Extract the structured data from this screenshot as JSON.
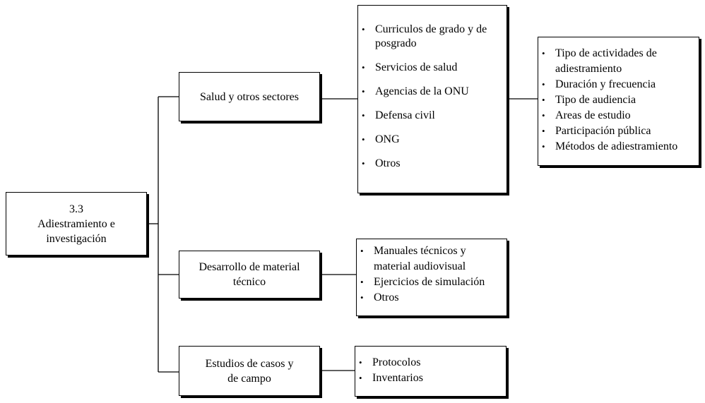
{
  "root": {
    "number": "3.3",
    "label_line1": "Adiestramiento e",
    "label_line2": "investigación"
  },
  "health": {
    "label": "Salud y otros sectores",
    "items": [
      "Curriculos de grado y de posgrado",
      "Servicios de salud",
      "Agencias de la ONU",
      "Defensa civil",
      "ONG",
      "Otros"
    ]
  },
  "training": {
    "items": [
      "Tipo de actividades de adiestramiento",
      "Duración y frecuencia",
      "Tipo de audiencia",
      "Areas de estudio",
      "Participación pública",
      "Métodos de adiestramiento"
    ]
  },
  "material": {
    "label_line1": "Desarrollo de material",
    "label_line2": "técnico",
    "items": [
      "Manuales técnicos y material audiovisual",
      "Ejercicios de simulación",
      "Otros"
    ]
  },
  "cases": {
    "label_line1": "Estudios de casos y",
    "label_line2": "de campo",
    "items": [
      "Protocolos",
      "Inventarios"
    ]
  }
}
